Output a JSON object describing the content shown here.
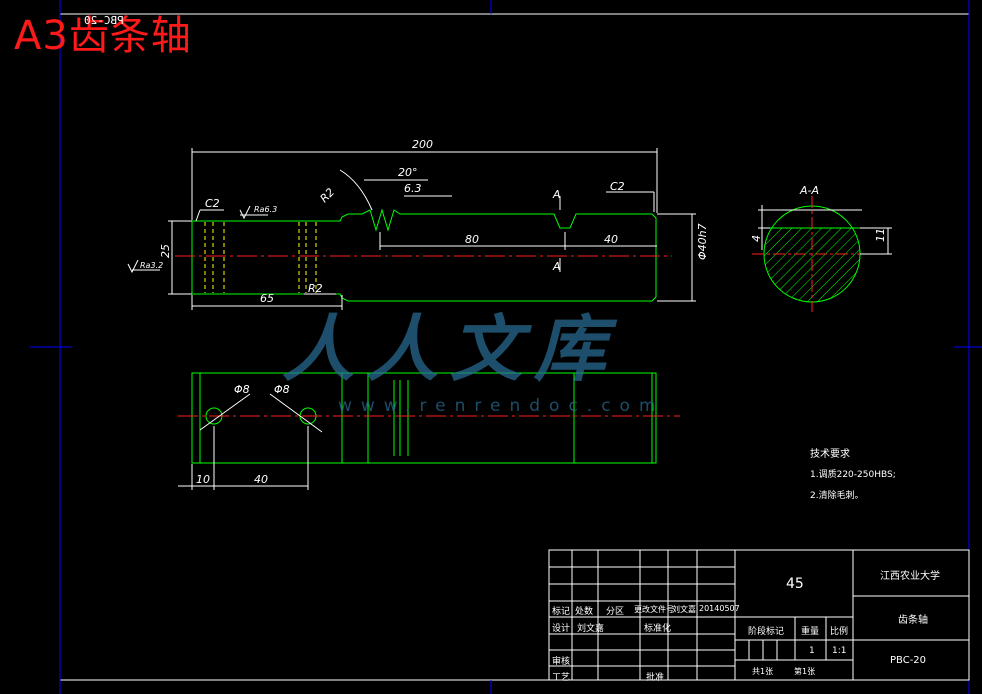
{
  "sheet": {
    "title": "A3齿条轴",
    "mirror_code": "PBC-20"
  },
  "colors": {
    "background": "#000000",
    "outline": "#00ff00",
    "dimension": "#ffffff",
    "centerline": "#ff2020",
    "border": "#0000ff",
    "title_red": "#ff1a1a"
  },
  "dimensions": {
    "overall_length": "200",
    "angle": "20°",
    "roughness_63": "6.3",
    "rack_length": "80",
    "end_length": "40",
    "left_length": "65",
    "height": "25",
    "diameter": "Φ40h7",
    "radius_upper": "R2",
    "radius_lower": "R2",
    "chamfer_left": "C2",
    "chamfer_right": "C2",
    "section_marker": "A",
    "roughness_top": "Ra6.3",
    "roughness_left": "Ra3.2",
    "hole_1": "Φ8",
    "hole_2": "Φ8",
    "offset_10": "10",
    "spacing_40": "40",
    "section_title": "A-A",
    "section_dim_4": "4",
    "section_dim_11": "11"
  },
  "watermark": {
    "chinese": "人人文库",
    "url": "www.renrendoc.com"
  },
  "technical_requirements": {
    "heading": "技术要求",
    "items": [
      "1.调质220-250HBS;",
      "2.清除毛刺。"
    ]
  },
  "title_block": {
    "material": "45",
    "school": "江西农业大学",
    "part_name": "齿条轴",
    "drawing_no": "PBC-20",
    "row_headers": [
      "标记",
      "处数",
      "分区",
      "更改文件号",
      "刘文嘉",
      "20140507"
    ],
    "design": "设计",
    "designer": "刘文嘉",
    "standardization": "标准化",
    "check": "审核",
    "process": "工艺",
    "approve": "批准",
    "stage_mark": "阶段标记",
    "weight": "重量",
    "scale": "比例",
    "weight_value": "1",
    "scale_value": "1:1",
    "sheet_total": "共1张",
    "sheet_number": "第1张"
  }
}
